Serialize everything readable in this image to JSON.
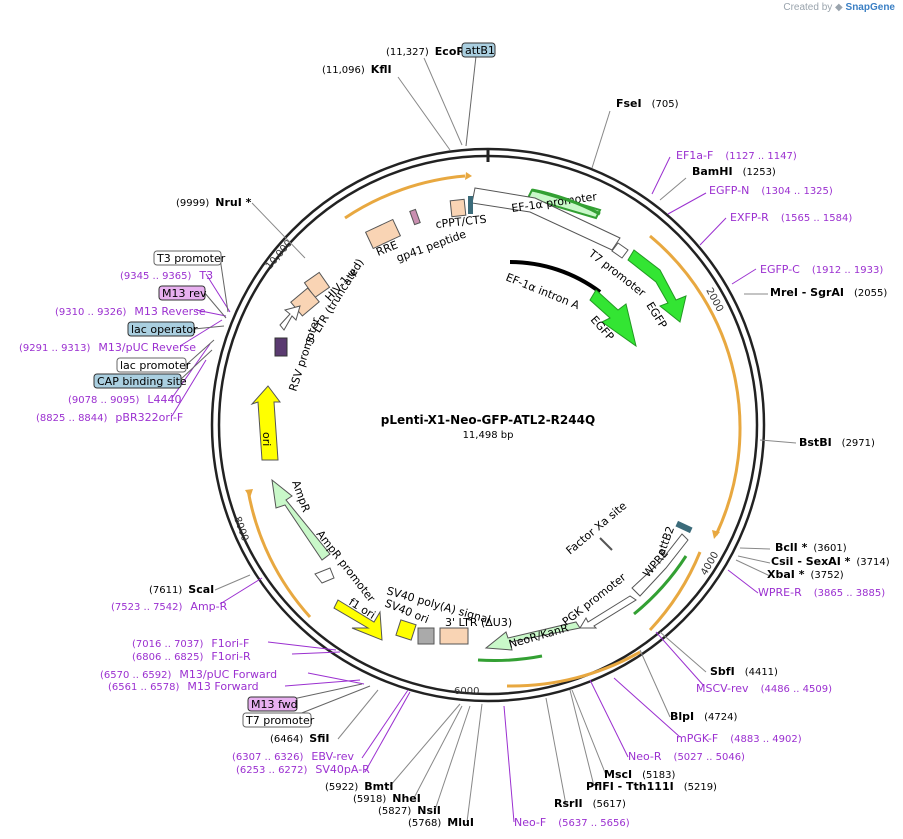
{
  "header": {
    "credit_prefix": "Created by",
    "credit_brand": "SnapGene"
  },
  "plasmid": {
    "name": "pLenti-X1-Neo-GFP-ATL2-R244Q",
    "size": "11,498 bp"
  },
  "colors": {
    "backbone": "#222222",
    "enzyme": "#000000",
    "primer": "#9b30d0",
    "feature_green": "#33e533",
    "feature_yellow": "#ffff00",
    "feature_peach": "#f9d4b4",
    "feature_pale_green": "#c9f8c9",
    "orange_arrow": "#e8a840",
    "blue_box": "#aacfe0",
    "purple_box": "#e8b0f0"
  },
  "ticks": [
    "2000",
    "4000",
    "6000",
    "8000",
    "10,000"
  ],
  "enzymes": [
    {
      "name": "EcoRI",
      "pos": "(11,327)"
    },
    {
      "name": "KflI",
      "pos": "(11,096)"
    },
    {
      "name": "FseI",
      "pos": "(705)"
    },
    {
      "name": "BamHI",
      "pos": "(1253)"
    },
    {
      "name": "MreI  - SgrAI",
      "pos": "(2055)"
    },
    {
      "name": "BstBI",
      "pos": "(2971)"
    },
    {
      "name": "BclI *",
      "pos": "(3601)"
    },
    {
      "name": "CsiI  - SexAI *",
      "pos": "(3714)"
    },
    {
      "name": "XbaI *",
      "pos": "(3752)"
    },
    {
      "name": "SbfI",
      "pos": "(4411)"
    },
    {
      "name": "BlpI",
      "pos": "(4724)"
    },
    {
      "name": "MscI",
      "pos": "(5183)"
    },
    {
      "name": "PflFI  - Tth111I",
      "pos": "(5219)"
    },
    {
      "name": "RsrII",
      "pos": "(5617)"
    },
    {
      "name": "MluI",
      "pos": "(5768)"
    },
    {
      "name": "NsiI",
      "pos": "(5827)"
    },
    {
      "name": "NheI",
      "pos": "(5918)"
    },
    {
      "name": "BmtI",
      "pos": "(5922)"
    },
    {
      "name": "SfiI",
      "pos": "(6464)"
    },
    {
      "name": "ScaI",
      "pos": "(7611)"
    },
    {
      "name": "NruI *",
      "pos": "(9999)"
    }
  ],
  "primers": [
    {
      "name": "EF1a-F",
      "pos": "(1127 .. 1147)"
    },
    {
      "name": "EGFP-N",
      "pos": "(1304 .. 1325)"
    },
    {
      "name": "EXFP-R",
      "pos": "(1565 .. 1584)"
    },
    {
      "name": "EGFP-C",
      "pos": "(1912 .. 1933)"
    },
    {
      "name": "WPRE-R",
      "pos": "(3865 .. 3885)"
    },
    {
      "name": "MSCV-rev",
      "pos": "(4486 .. 4509)"
    },
    {
      "name": "mPGK-F",
      "pos": "(4883 .. 4902)"
    },
    {
      "name": "Neo-R",
      "pos": "(5027 .. 5046)"
    },
    {
      "name": "Neo-F",
      "pos": "(5637 .. 5656)"
    },
    {
      "name": "EBV-rev",
      "pos": "(6307 .. 6326)"
    },
    {
      "name": "SV40pA-R",
      "pos": "(6253 .. 6272)"
    },
    {
      "name": "M13 Forward",
      "pos": "(6561 .. 6578)"
    },
    {
      "name": "M13/pUC Forward",
      "pos": "(6570 .. 6592)"
    },
    {
      "name": "F1ori-R",
      "pos": "(6806 .. 6825)"
    },
    {
      "name": "F1ori-F",
      "pos": "(7016 .. 7037)"
    },
    {
      "name": "Amp-R",
      "pos": "(7523 .. 7542)"
    },
    {
      "name": "pBR322ori-F",
      "pos": "(8825 .. 8844)"
    },
    {
      "name": "L4440",
      "pos": "(9078 .. 9095)"
    },
    {
      "name": "M13/pUC Reverse",
      "pos": "(9291 .. 9313)"
    },
    {
      "name": "M13 Reverse",
      "pos": "(9310 .. 9326)"
    },
    {
      "name": "T3",
      "pos": "(9345 .. 9365)"
    }
  ],
  "boxed_labels": [
    "attB1",
    "T3 promoter",
    "M13 rev",
    "lac operator",
    "lac promoter",
    "CAP binding site",
    "M13 fwd",
    "T7 promoter"
  ],
  "features": {
    "ef1a_promoter": "EF-1α promoter",
    "t7_promoter": "T7 promoter",
    "egfp": "EGFP",
    "ef1a_intron": "EF-1α intron A",
    "egfp_inner": "EGFP",
    "cppt": "cPPT/CTS",
    "rre": "RRE",
    "gp41": "gp41 peptide",
    "hiv_psi": "HIV-1 ψ",
    "ltr5": "5' LTR (truncated)",
    "rsv": "RSV promoter",
    "ori": "ori",
    "ampr": "AmpR",
    "ampr_promoter": "AmpR promoter",
    "f1_ori": "f1 ori",
    "sv40_ori": "SV40 ori",
    "sv40_polya": "SV40 poly(A) signal",
    "ltr3": "3' LTR (ΔU3)",
    "neor": "NeoR/KanR",
    "pgk": "PGK promoter",
    "wpre": "WPRE",
    "attb2": "attB2",
    "factor_xa": "Factor Xa site"
  }
}
